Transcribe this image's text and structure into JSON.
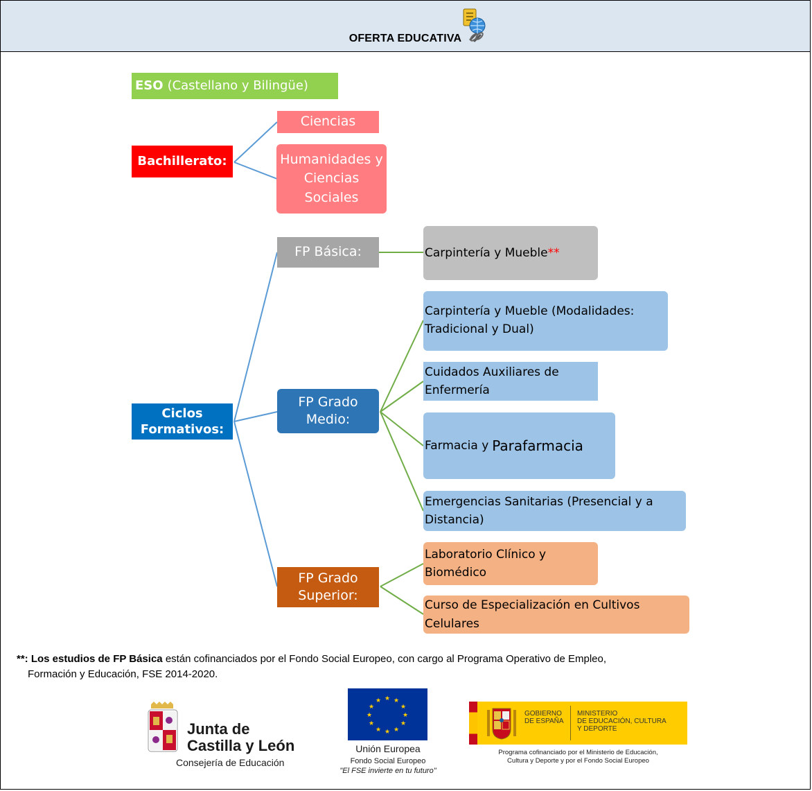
{
  "header": {
    "title": "OFERTA EDUCATIVA",
    "icon": "education-globe-icon"
  },
  "eso": {
    "bold": "ESO",
    "rest": "(Castellano y Bilingüe)"
  },
  "bachillerato": {
    "label": "Bachillerato:",
    "options": [
      "Ciencias",
      "Humanidades y Ciencias Sociales"
    ]
  },
  "ciclos": {
    "label": "Ciclos Formativos:",
    "fp_basica": {
      "label": "FP Básica:",
      "items": [
        {
          "text": "Carpintería y Mueble",
          "marker": "**"
        }
      ]
    },
    "fp_medio": {
      "label": "FP Grado Medio:",
      "items": [
        "Carpintería y Mueble (Modalidades: Tradicional y Dual)",
        "Cuidados Auxiliares de Enfermería",
        "Farmacia y",
        "Parafarmacia",
        "Emergencias Sanitarias (Presencial y a Distancia)"
      ]
    },
    "fp_superior": {
      "label": "FP Grado Superior:",
      "items": [
        "Laboratorio Clínico y Biomédico",
        "Curso de Especialización en Cultivos Celulares"
      ]
    }
  },
  "note": {
    "marker": "**:",
    "bold": "Los estudios de FP Básica",
    "text": "están cofinanciados por el Fondo Social Europeo, con cargo al Programa Operativo de Empleo,",
    "text2": "Formación y Educación, FSE 2014-2020."
  },
  "logos": {
    "jcl_line1": "Junta de",
    "jcl_line2": "Castilla y León",
    "jcl_sub": "Consejería de Educación",
    "eu_name": "Unión Europea",
    "eu_fund": "Fondo Social Europeo",
    "eu_slogan": "\"El FSE invierte en tu futuro\"",
    "gob_1": "GOBIERNO",
    "gob_2": "DE ESPAÑA",
    "min_1": "MINISTERIO",
    "min_2": "DE EDUCACIÓN, CULTURA",
    "min_3": "Y DEPORTE",
    "gob_caption_1": "Programa cofinanciado por el Ministerio de Educación,",
    "gob_caption_2": "Cultura y Deporte y por el Fondo Social Europeo"
  },
  "colors": {
    "header_bg": "#dce6f1",
    "eso": "#92d050",
    "bachillerato": "#ff0000",
    "bach_options": "#ff7c80",
    "ciclos": "#0070c0",
    "fp_basica": "#a6a6a6",
    "fp_medio": "#2e75b6",
    "fp_superior": "#c55a11",
    "basica_items": "#bfbfbf",
    "medio_items": "#9dc3e6",
    "superior_items": "#f4b183",
    "blue_connector": "#5b9bd5",
    "green_connector": "#70ad47"
  }
}
